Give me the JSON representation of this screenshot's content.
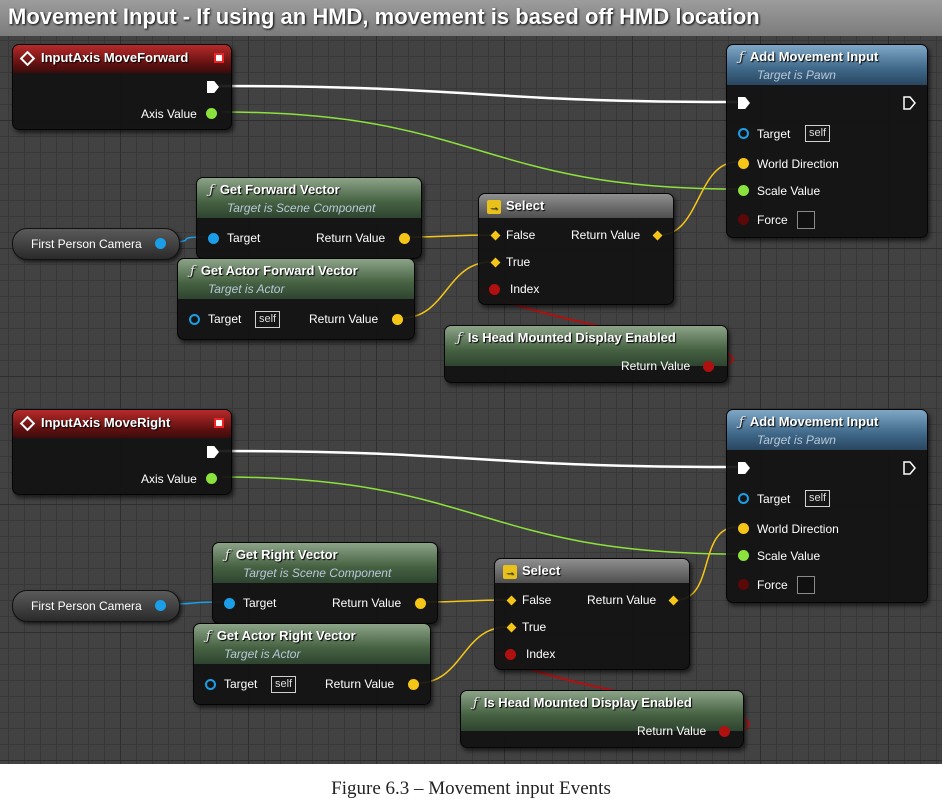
{
  "comment": {
    "title": "Movement Input - If using an HMD, movement is based off HMD location"
  },
  "caption": "Figure 6.3 – Movement input Events",
  "colors": {
    "event_header": "#b82a2a",
    "function_header": "#3e6788",
    "pure_header": "#466142",
    "exec_wire": "#ffffff",
    "float_wire": "#8ce23c",
    "vector_wire": "#f5c518",
    "object_wire": "#1a9ee8",
    "bool_wire": "#b01010"
  },
  "groups": [
    {
      "event": {
        "title": "InputAxis MoveForward",
        "axis_label": "Axis Value"
      },
      "add_input": {
        "title": "Add Movement Input",
        "subtitle": "Target is Pawn",
        "pins": [
          "Target",
          "World Direction",
          "Scale Value",
          "Force"
        ],
        "self": "self"
      },
      "camera": {
        "label": "First Person Camera"
      },
      "vec1": {
        "title": "Get Forward Vector",
        "subtitle": "Target is Scene Component",
        "target": "Target",
        "ret": "Return Value"
      },
      "vec2": {
        "title": "Get Actor Forward Vector",
        "subtitle": "Target is Actor",
        "target": "Target",
        "self": "self",
        "ret": "Return Value"
      },
      "select": {
        "title": "Select",
        "false": "False",
        "true": "True",
        "index": "Index",
        "ret": "Return Value"
      },
      "hmd": {
        "title": "Is Head Mounted Display Enabled",
        "ret": "Return Value"
      }
    },
    {
      "event": {
        "title": "InputAxis MoveRight",
        "axis_label": "Axis Value"
      },
      "add_input": {
        "title": "Add Movement Input",
        "subtitle": "Target is Pawn",
        "pins": [
          "Target",
          "World Direction",
          "Scale Value",
          "Force"
        ],
        "self": "self"
      },
      "camera": {
        "label": "First Person Camera"
      },
      "vec1": {
        "title": "Get Right Vector",
        "subtitle": "Target is Scene Component",
        "target": "Target",
        "ret": "Return Value"
      },
      "vec2": {
        "title": "Get Actor Right Vector",
        "subtitle": "Target is Actor",
        "target": "Target",
        "self": "self",
        "ret": "Return Value"
      },
      "select": {
        "title": "Select",
        "false": "False",
        "true": "True",
        "index": "Index",
        "ret": "Return Value"
      },
      "hmd": {
        "title": "Is Head Mounted Display Enabled",
        "ret": "Return Value"
      }
    }
  ]
}
